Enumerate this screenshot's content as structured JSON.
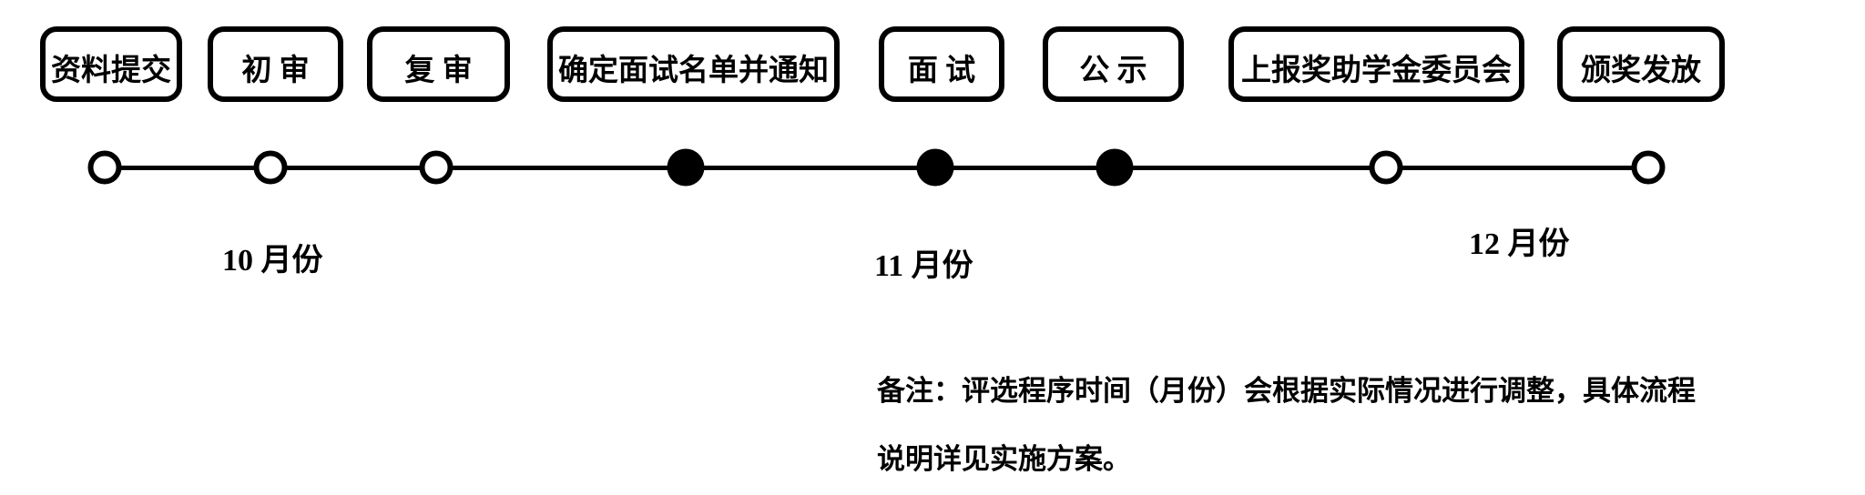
{
  "timeline": {
    "stages": [
      {
        "label": "资料提交",
        "node": "hollow"
      },
      {
        "label": "初 审",
        "node": "hollow"
      },
      {
        "label": "复 审",
        "node": "hollow"
      },
      {
        "label": "确定面试名单并通知",
        "node": "filled"
      },
      {
        "label": "面 试",
        "node": "filled"
      },
      {
        "label": "公 示",
        "node": "filled"
      },
      {
        "label": "上报奖助学金委员会",
        "node": "hollow"
      },
      {
        "label": "颁奖发放",
        "node": "hollow"
      }
    ],
    "months": [
      {
        "label": "10 月份"
      },
      {
        "label": "11 月份"
      },
      {
        "label": "12 月份"
      }
    ]
  },
  "note": {
    "line1": "备注：评选程序时间（月份）会根据实际情况进行调整，具体流程",
    "line2": "说明详见实施方案。"
  },
  "colors": {
    "ink": "#000000",
    "background": "#ffffff"
  }
}
